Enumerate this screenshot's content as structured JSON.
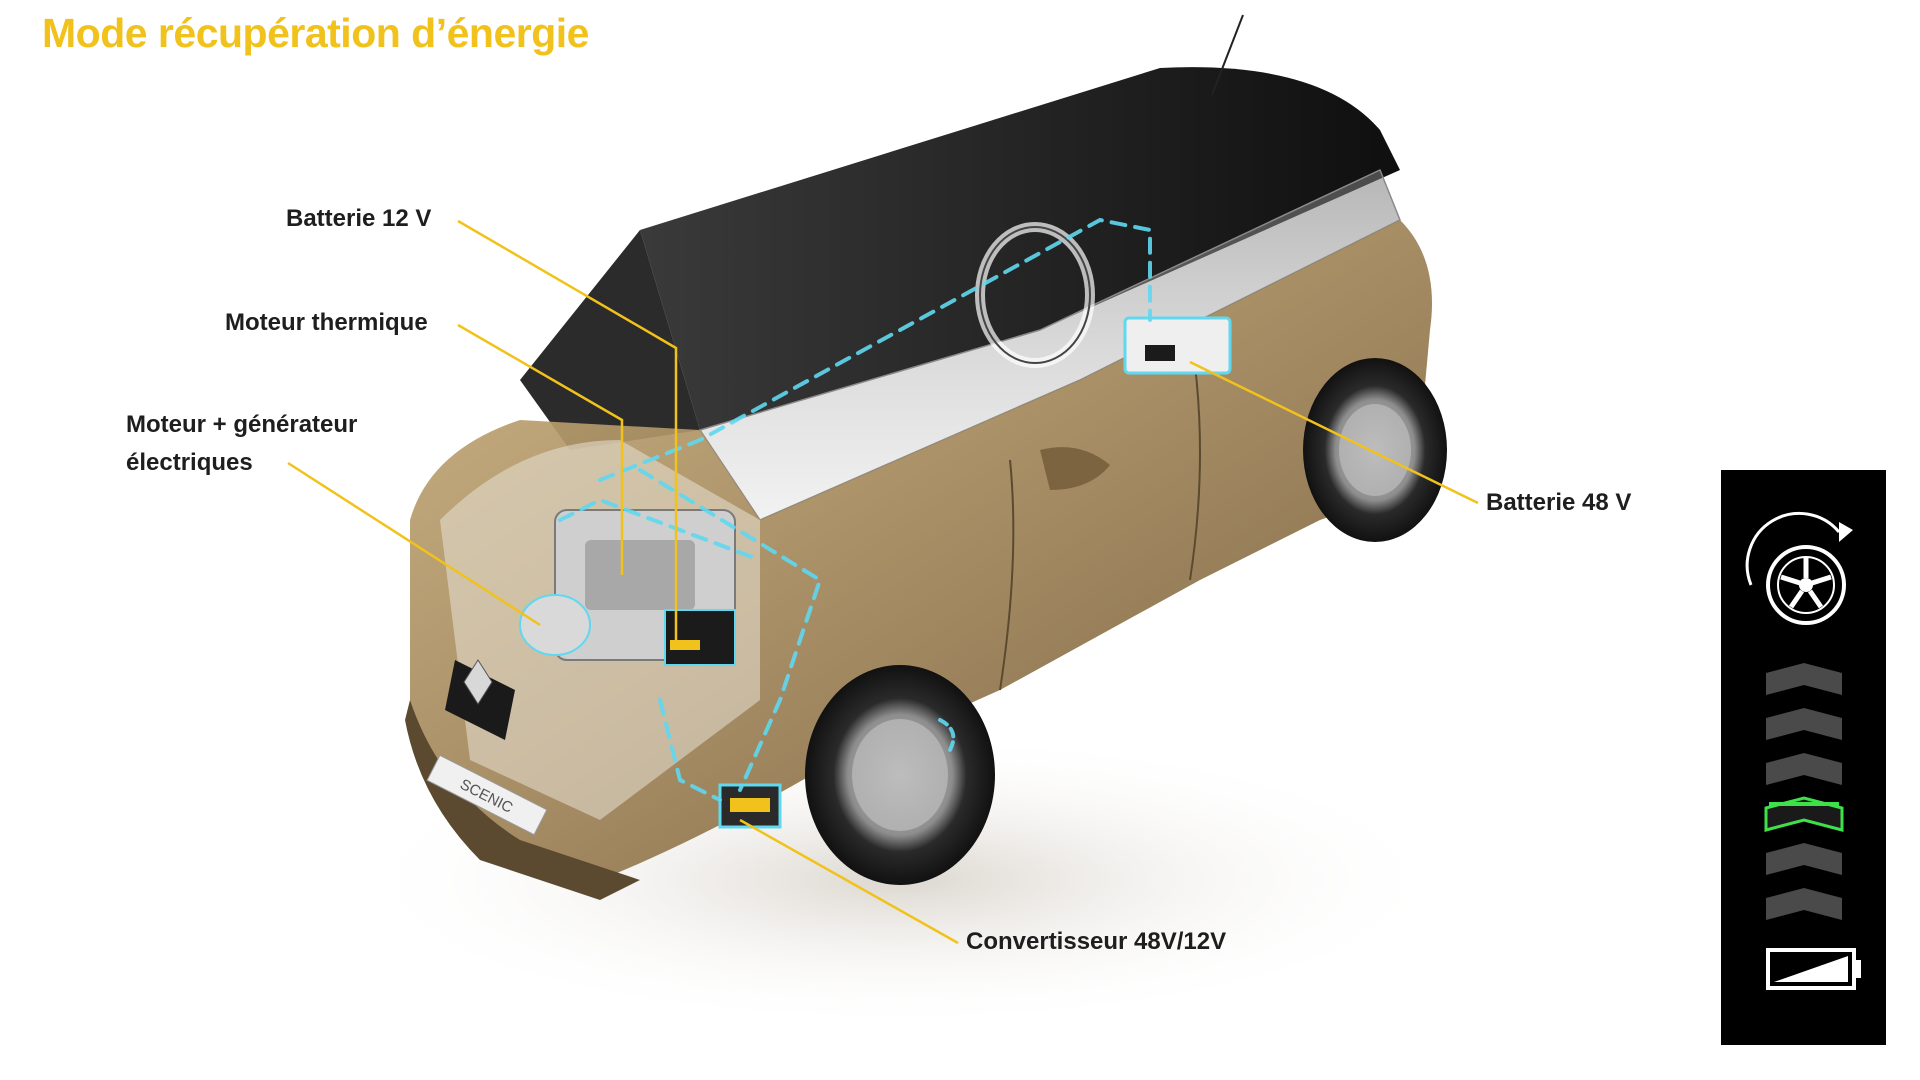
{
  "title": "Mode récupération d’énergie",
  "labels": {
    "battery_12v": "Batterie 12 V",
    "thermal_engine": "Moteur thermique",
    "motor_generator_line1": "Moteur + générateur",
    "motor_generator_line2": "électriques",
    "battery_48v": "Batterie 48 V",
    "converter": "Convertisseur 48V/12V",
    "badge_model": "SCENIC"
  },
  "colors": {
    "accent_yellow": "#f1c21b",
    "leader_line": "#f1c21b",
    "energy_flow": "#5fd8f0",
    "car_body": "#a3875a",
    "active_level": "#3fe14a",
    "panel_background": "#000000"
  },
  "indicator": {
    "top_icon": "wheel-rotation-icon",
    "bottom_icon": "battery-charging-icon",
    "level_count": 6,
    "active_level_index": 3
  }
}
